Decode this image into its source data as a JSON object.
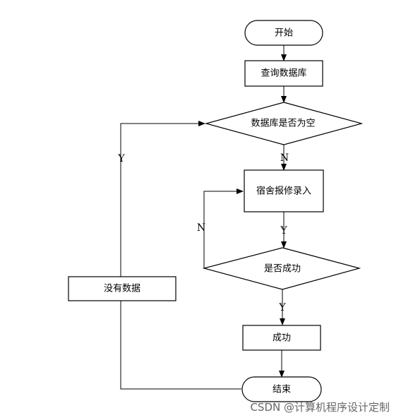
{
  "nodes": {
    "start": "开始",
    "query_db": "查询数据库",
    "db_empty": "数据库是否为空",
    "repair_entry": "宿舍报修录入",
    "is_success": "是否成功",
    "success": "成功",
    "no_data": "没有数据",
    "end": "结束"
  },
  "edge_labels": {
    "db_empty_no": "N",
    "db_empty_yes": "Y",
    "repair_yes": "Y",
    "retry_no": "N",
    "success_yes": "Y"
  },
  "watermark": "CSDN @计算机程序设计定制"
}
